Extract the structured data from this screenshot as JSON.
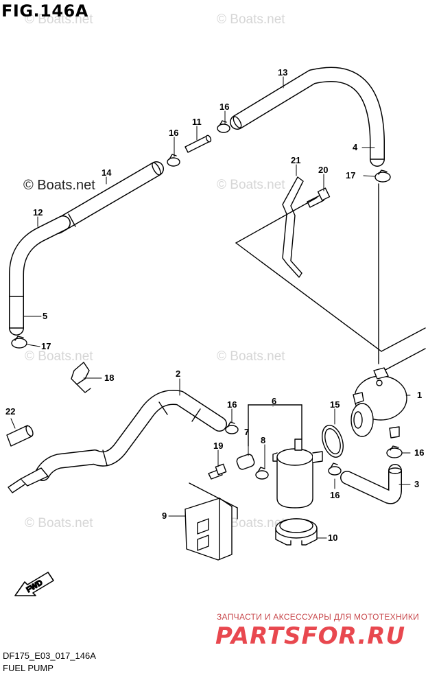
{
  "figure": {
    "title": "FIG.146A",
    "copyright": "© Boats.net",
    "watermark": "© Boats.net",
    "code": "DF175_E03_017_146A",
    "name": "FUEL PUMP",
    "fwd_label": "FWD"
  },
  "shop": {
    "tagline": "ЗАПЧАСТИ И АКСЕССУАРЫ ДЛЯ МОТОТЕХНИКИ",
    "logo": "PARTSFOR.RU"
  },
  "callouts": {
    "p1": "1",
    "p2": "2",
    "p3": "3",
    "p4": "4",
    "p5": "5",
    "p6": "6",
    "p7": "7",
    "p8": "8",
    "p9": "9",
    "p10": "10",
    "p11": "11",
    "p12": "12",
    "p13": "13",
    "p14": "14",
    "p15": "15",
    "p16a": "16",
    "p16b": "16",
    "p16c": "16",
    "p16d": "16",
    "p16e": "16",
    "p17a": "17",
    "p17b": "17",
    "p18": "18",
    "p19": "19",
    "p20": "20",
    "p21": "21",
    "p22": "22"
  },
  "colors": {
    "line": "#000000",
    "watermark": "#d6d6d6",
    "shop": "#e8484f"
  }
}
